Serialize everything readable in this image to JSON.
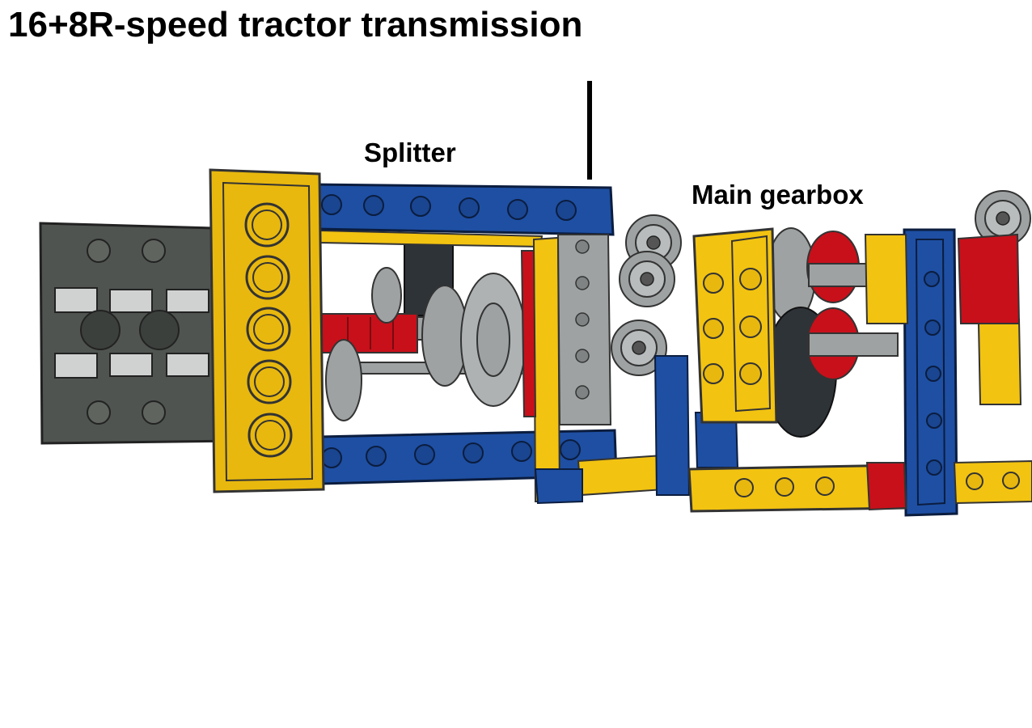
{
  "title": "16+8R-speed tractor transmission",
  "labels": {
    "splitter": "Splitter",
    "main_gearbox": "Main gearbox"
  },
  "colors": {
    "yellow": "#f2c311",
    "blue": "#1e4fa3",
    "red": "#c8101a",
    "light_gray": "#9ea2a2",
    "dark_gray": "#4f5450",
    "black": "#000000"
  }
}
